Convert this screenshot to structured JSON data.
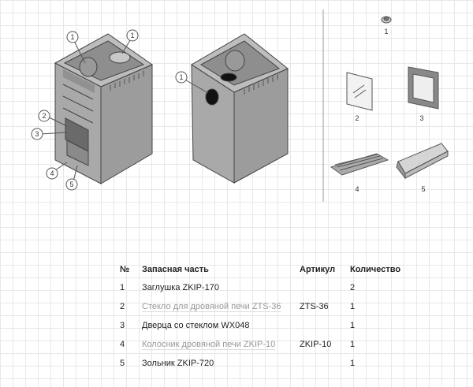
{
  "diagram": {
    "stove_front_callouts": [
      "1",
      "1",
      "2",
      "3",
      "4",
      "5"
    ],
    "stove_back_callouts": [
      "1"
    ],
    "parts": [
      {
        "label": "1",
        "icon": "plug-cap-icon"
      },
      {
        "label": "2",
        "icon": "glass-pane-icon"
      },
      {
        "label": "3",
        "icon": "door-frame-icon"
      },
      {
        "label": "4",
        "icon": "grate-icon"
      },
      {
        "label": "5",
        "icon": "ash-pan-icon"
      }
    ]
  },
  "table": {
    "headers": [
      "№",
      "Запасная часть",
      "Артикул",
      "Количество"
    ],
    "rows": [
      {
        "n": "1",
        "name": "Заглушка ZKIP-170",
        "article": "",
        "qty": "2",
        "link": false
      },
      {
        "n": "2",
        "name": "Стекло для дровяной печи ZTS-36",
        "article": "ZTS-36",
        "qty": "1",
        "link": true
      },
      {
        "n": "3",
        "name": "Дверца со стеклом WX048",
        "article": "",
        "qty": "1",
        "link": false
      },
      {
        "n": "4",
        "name": "Колосник дровяной печи ZKIP-10",
        "article": "ZKIP-10",
        "qty": "1",
        "link": true
      },
      {
        "n": "5",
        "name": "Зольник ZKIP-720",
        "article": "",
        "qty": "1",
        "link": false
      }
    ]
  }
}
